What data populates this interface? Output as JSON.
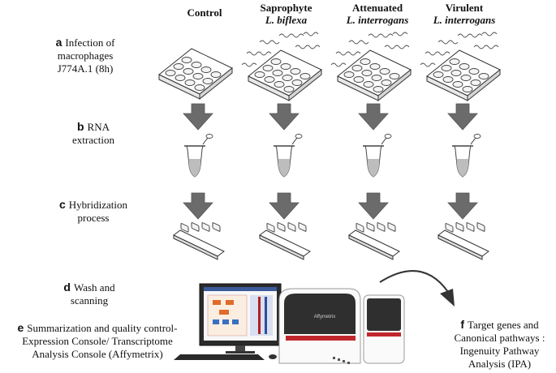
{
  "columns": [
    {
      "line1": "Control",
      "line2": ""
    },
    {
      "line1": "Saprophyte",
      "line2": "L. biflexa"
    },
    {
      "line1": "Attenuated",
      "line2": "L. interrogans"
    },
    {
      "line1": "Virulent",
      "line2": "L. interrogans"
    }
  ],
  "steps": {
    "a": {
      "letter": "a",
      "lines": [
        "Infection of",
        "macrophages",
        "J774A.1  (8h)"
      ]
    },
    "b": {
      "letter": "b",
      "lines": [
        "RNA",
        "extraction"
      ]
    },
    "c": {
      "letter": "c",
      "lines": [
        "Hybridization",
        "process"
      ]
    },
    "d": {
      "letter": "d",
      "lines": [
        "Wash and",
        "scanning"
      ]
    },
    "e": {
      "letter": "e",
      "lines": [
        "Summarization and quality control-",
        "Expression Console/ Transcriptome",
        "Analysis Console (Affymetrix)"
      ]
    },
    "f": {
      "letter": "f",
      "lines": [
        "Target genes and",
        "Canonical pathways :",
        "Ingenuity Pathway",
        "Analysis (IPA)"
      ]
    }
  },
  "instrument": {
    "brand": "Affymetrix"
  },
  "colors": {
    "arrow": "#6b6b6b",
    "plate": "#ffffff",
    "stroke": "#333333",
    "scanner_red": "#c0272d"
  },
  "icons": [
    "well-plate-icon",
    "down-arrow-icon",
    "eppendorf-tube-icon",
    "microarray-strip-icon",
    "computer-icon",
    "scanner-icon",
    "curved-arrow-icon"
  ]
}
